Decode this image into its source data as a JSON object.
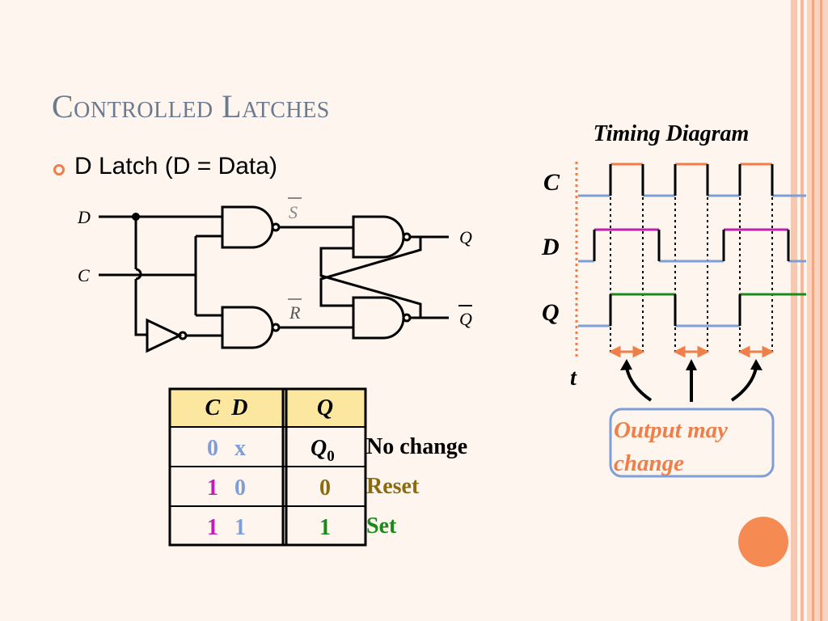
{
  "colors": {
    "background": "#fdf5ee",
    "title": "#6b7a8f",
    "accent": "#f07e48",
    "clock_high": "#f07e48",
    "low": "#7f9ed8",
    "data_high": "#bf1fb2",
    "q_high": "#1a8a1a",
    "reset": "#8a6b10",
    "table_header": "#fbe7a0"
  },
  "slide": {
    "title": "Controlled Latches",
    "bullet": "D Latch (D = Data)",
    "bullet_icon": "hollow-circle-bullet-icon"
  },
  "circuit": {
    "input_d": "D",
    "input_c": "C",
    "s_bar": "S",
    "r_bar": "R",
    "output_q": "Q",
    "output_q_bar": "Q"
  },
  "timing": {
    "title": "Timing Diagram",
    "signal_c": "C",
    "signal_d": "D",
    "signal_q": "Q",
    "time_label": "t",
    "note_line1": "Output may",
    "note_line2": "change"
  },
  "truth_table": {
    "header_inputs": "C  D",
    "header_output": "Q",
    "rows": [
      {
        "c": "0",
        "d": "x",
        "q": "Q",
        "q_sub": "0",
        "action": "No change"
      },
      {
        "c": "1",
        "d": "0",
        "q": "0",
        "action": "Reset"
      },
      {
        "c": "1",
        "d": "1",
        "q": "1",
        "action": "Set"
      }
    ]
  }
}
